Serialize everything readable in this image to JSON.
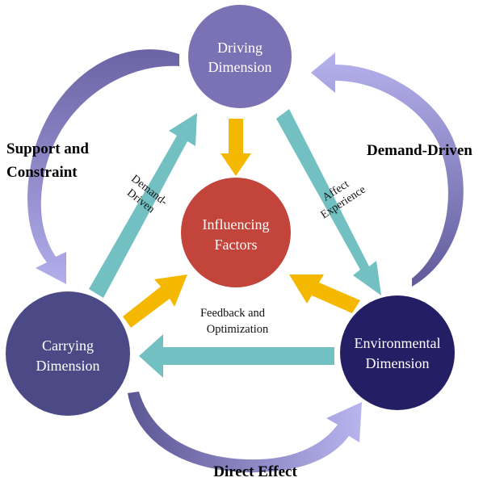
{
  "nodes": {
    "driving": {
      "line1": "Driving",
      "line2": "Dimension"
    },
    "influencing": {
      "line1": "Influencing",
      "line2": "Factors"
    },
    "carrying": {
      "line1": "Carrying",
      "line2": "Dimension"
    },
    "environmental": {
      "line1": "Environmental",
      "line2": "Dimension"
    }
  },
  "outer_labels": {
    "left_line1": "Support and",
    "left_line2": "Constraint",
    "right": "Demand-Driven",
    "bottom": "Direct Effect"
  },
  "arrow_labels": {
    "left_line1": "Demand-",
    "left_line2": "Driven",
    "right_line1": "Affect",
    "right_line2": "Experience",
    "bottom_line1": "Feedback and",
    "bottom_line2": "Optimization"
  },
  "colors": {
    "driving_circle": "#7a72b4",
    "influencing_circle": "#c3443a",
    "carrying_circle": "#4c4a86",
    "environmental_circle": "#241e65",
    "teal_arrow": "#73c0c3",
    "yellow_arrow": "#f5b800",
    "curved_arrow_light": "#a9a4dc",
    "curved_arrow_dark": "#5f5a98"
  }
}
